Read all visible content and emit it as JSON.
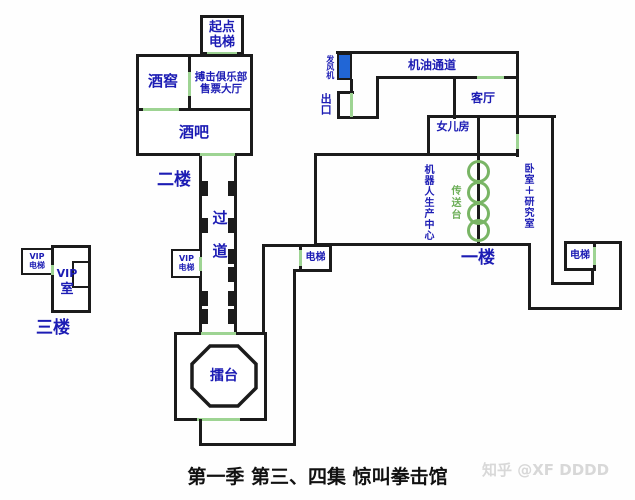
{
  "title": "第一季 第三、四集 惊叫拳击馆",
  "watermark": "知乎 @XF DDDD",
  "colors": {
    "wall": "#1b1b1b",
    "label_blue": "#1c1cb4",
    "door_green": "#9ed493",
    "conveyor_green": "#79b565",
    "conveyor_text_green": "#6cae57",
    "machine_blue": "#2166d6",
    "watermark_gray": "#d8d8d8"
  },
  "floor2": {
    "label": "二楼",
    "start_elevator": [
      "起点",
      "电梯"
    ],
    "wine_cellar": "酒窖",
    "ticket_hall": [
      "搏击俱乐部",
      "售票大厅"
    ],
    "bar": "酒吧",
    "corridor": "过道",
    "vip_elevator": [
      "VIP",
      "电梯"
    ],
    "ring": "擂台",
    "elevator": "电梯"
  },
  "floor3": {
    "label": "三楼",
    "vip_elevator": [
      "VIP",
      "电梯"
    ],
    "vip_room": [
      "VIP",
      "室"
    ]
  },
  "floor1": {
    "label": "一楼",
    "blower": "发风机",
    "exit": "出口",
    "oil_corridor": "机油通道",
    "living_room": "客厅",
    "daughter_room": "女儿房",
    "robot_center": "机器人生产中心",
    "conveyor": "传送台",
    "bedroom_lab": "卧室＋研究室",
    "elevator": "电梯"
  }
}
